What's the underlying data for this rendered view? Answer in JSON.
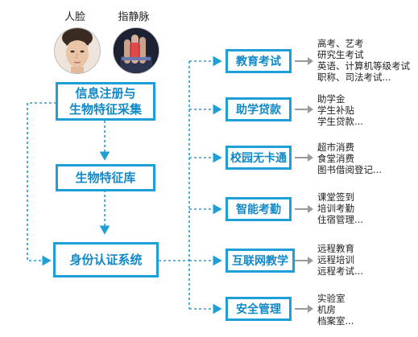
{
  "captions": {
    "face": "人脸",
    "vein": "指静脉"
  },
  "boxes": {
    "register_line1": "信息注册与",
    "register_line2": "生物特征采集",
    "feature_db": "生物特征库",
    "auth_system": "身份认证系统"
  },
  "apps": [
    {
      "label": "教育考试",
      "items": [
        "高考、艺考",
        "研究生考试",
        "英语、计算机等级考试",
        "职称、司法考试..."
      ]
    },
    {
      "label": "助学贷款",
      "items": [
        "助学金",
        "学生补贴",
        "学生贷款..."
      ]
    },
    {
      "label": "校园无卡通",
      "items": [
        "超市消费",
        "食堂消费",
        "图书借阅登记..."
      ]
    },
    {
      "label": "智能考勤",
      "items": [
        "课堂签到",
        "培训考勤",
        "住宿管理..."
      ]
    },
    {
      "label": "互联网教学",
      "items": [
        "远程教育",
        "远程培训",
        "远程考试..."
      ]
    },
    {
      "label": "安全管理",
      "items": [
        "实验室",
        "机房",
        "档案室..."
      ]
    }
  ],
  "colors": {
    "accent": "#1e9fd8",
    "text_blue": "#1289c7",
    "arrow_gray": "#9a9a9a"
  }
}
